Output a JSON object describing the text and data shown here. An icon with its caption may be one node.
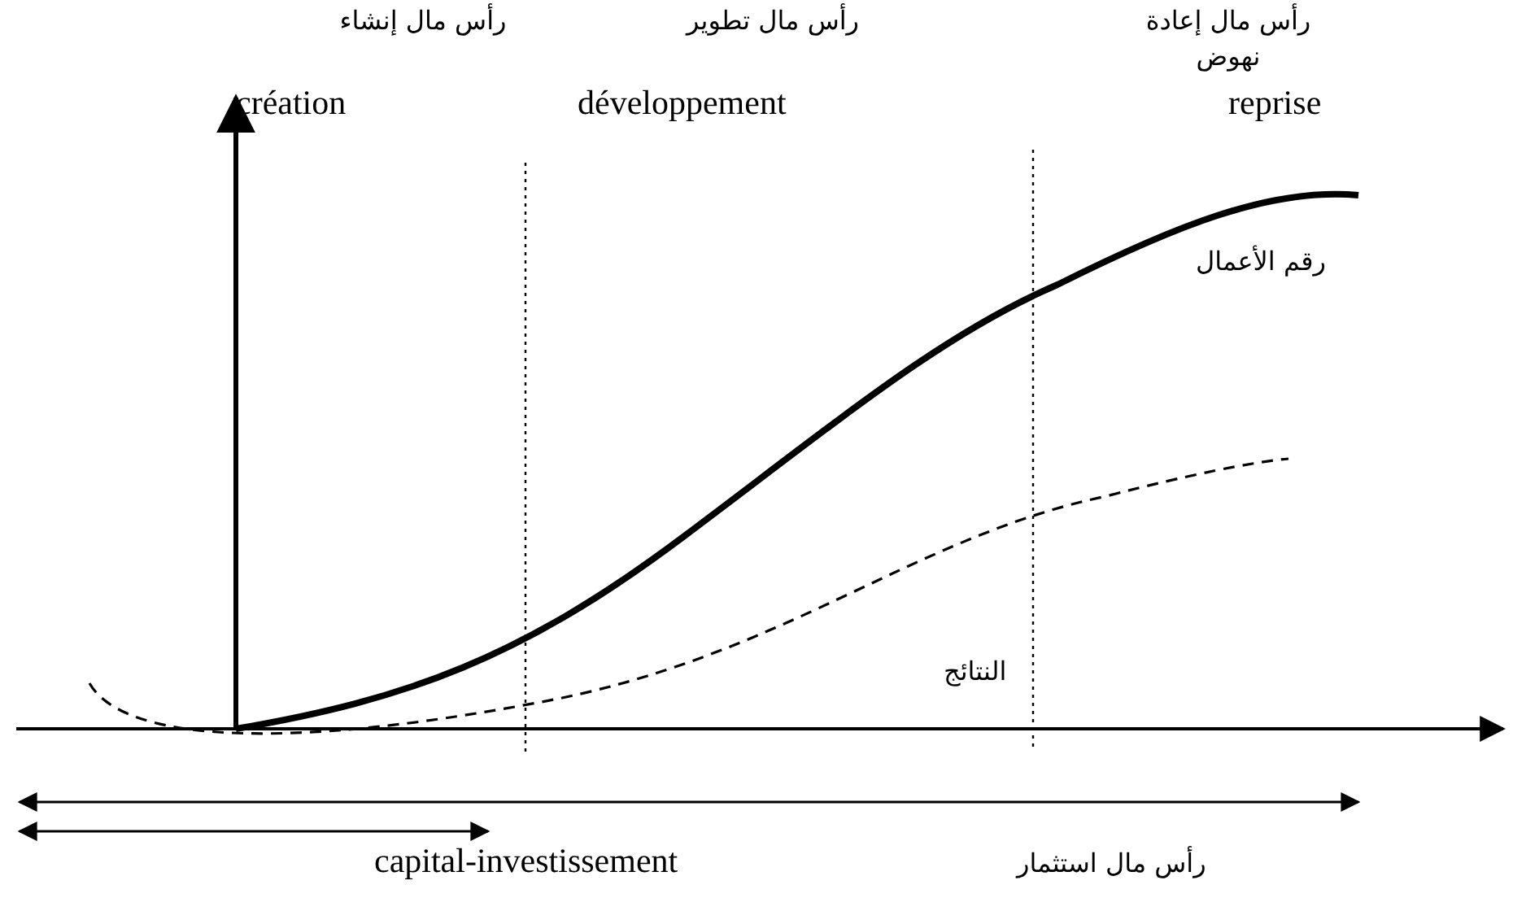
{
  "diagram": {
    "labels": [
      "رأس مال إنشاء",
      "création",
      "رأس مال تطوير",
      "développement",
      "رأس مال إعادة نهوض",
      "reprise",
      "رقم الأعمال",
      "النتائج",
      "capital-investissement",
      "رأس مال استثمار"
    ]
  }
}
